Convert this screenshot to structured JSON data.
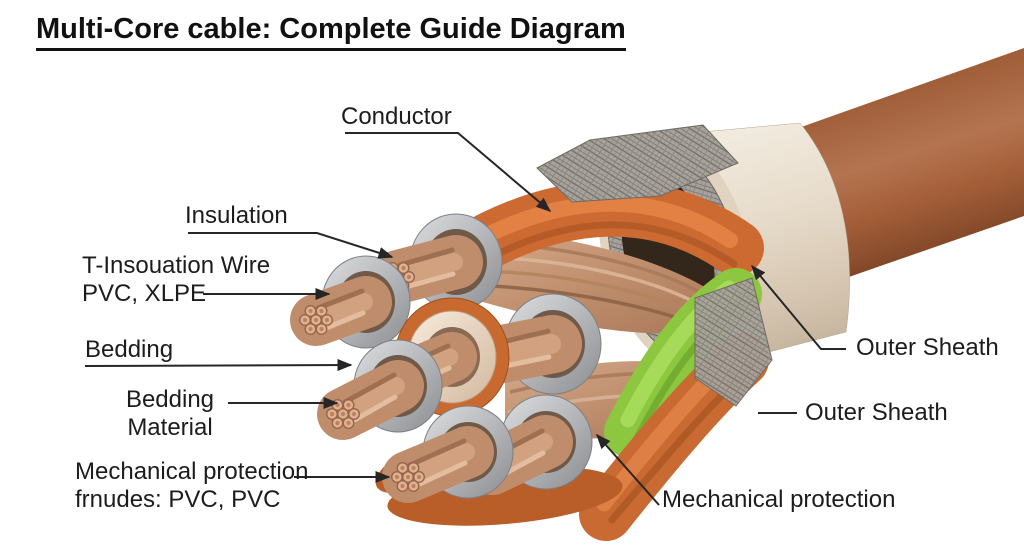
{
  "title": "Multi-Core cable: Complete Guide Diagram",
  "labels": {
    "conductor": "Conductor",
    "insulation": "Insulation",
    "t_insulation_wire": {
      "line1": "T-Insouation Wire",
      "line2": "PVC, XLPE"
    },
    "bedding": "Bedding",
    "bedding_material": {
      "line1": "Bedding",
      "line2": "Material"
    },
    "mechanical_protection_left": {
      "line1": "Mechanical protection",
      "line2": "frnudes: PVC, PVC"
    },
    "outer_sheath_top": "Outer Sheath",
    "outer_sheath_bottom": "Outer Sheath",
    "mechanical_protection_right": "Mechanical protection"
  },
  "diagram": {
    "subject": "multi-core cable cutaway illustration",
    "colors": {
      "background": "#ffffff",
      "label_text": "#1c1c1c",
      "leader_line": "#262626",
      "outer_sheath_brown": "#9d5c36",
      "collar_cream": "#e8ddcc",
      "armor_mesh_gray": "#a8a49d",
      "insulation_ring_gray": "#b9bbbe",
      "bedding_cream_ring": "#ecd9c4",
      "wire_orange": "#cd6a31",
      "wire_green": "#8dc63f",
      "copper_strands": "#c08d6c"
    }
  }
}
